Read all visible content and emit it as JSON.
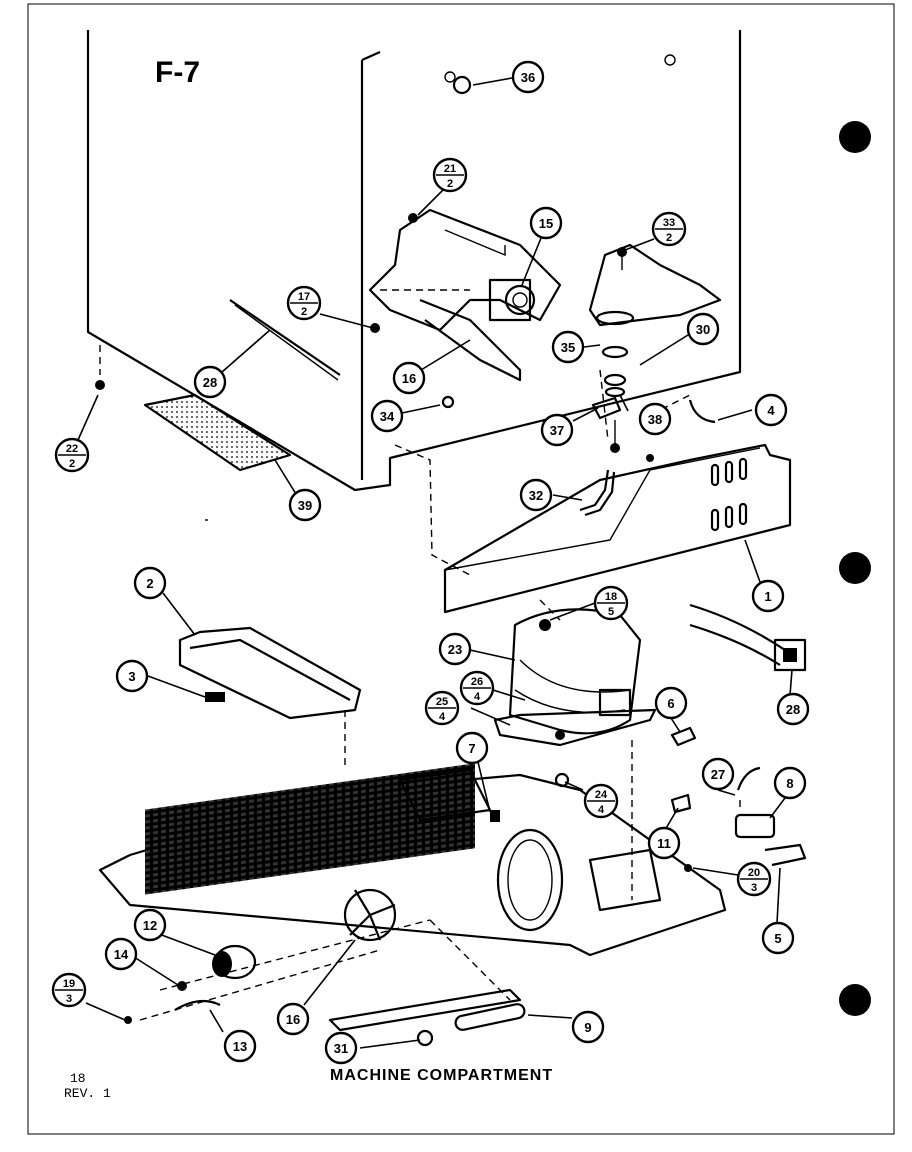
{
  "header": {
    "figure_id": "F-7"
  },
  "footer": {
    "page_number": "18",
    "revision": "REV. 1",
    "caption": "MACHINE COMPARTMENT"
  },
  "callouts": [
    {
      "id": "c36",
      "num": "36"
    },
    {
      "id": "c21",
      "num": "21",
      "qty": "2"
    },
    {
      "id": "c15",
      "num": "15"
    },
    {
      "id": "c33",
      "num": "33",
      "qty": "2"
    },
    {
      "id": "c17",
      "num": "17",
      "qty": "2"
    },
    {
      "id": "c30",
      "num": "30"
    },
    {
      "id": "c35",
      "num": "35"
    },
    {
      "id": "c28a",
      "num": "28"
    },
    {
      "id": "c16a",
      "num": "16"
    },
    {
      "id": "c34",
      "num": "34"
    },
    {
      "id": "c37",
      "num": "37"
    },
    {
      "id": "c38",
      "num": "38"
    },
    {
      "id": "c4",
      "num": "4"
    },
    {
      "id": "c22",
      "num": "22",
      "qty": "2"
    },
    {
      "id": "c39",
      "num": "39"
    },
    {
      "id": "c32",
      "num": "32"
    },
    {
      "id": "c1",
      "num": "1"
    },
    {
      "id": "c2",
      "num": "2"
    },
    {
      "id": "c18",
      "num": "18",
      "qty": "5"
    },
    {
      "id": "c23",
      "num": "23"
    },
    {
      "id": "c26",
      "num": "26",
      "qty": "4"
    },
    {
      "id": "c28b",
      "num": "28"
    },
    {
      "id": "c3",
      "num": "3"
    },
    {
      "id": "c25",
      "num": "25",
      "qty": "4"
    },
    {
      "id": "c6",
      "num": "6"
    },
    {
      "id": "c27",
      "num": "27"
    },
    {
      "id": "c8",
      "num": "8"
    },
    {
      "id": "c7",
      "num": "7"
    },
    {
      "id": "c24",
      "num": "24",
      "qty": "4"
    },
    {
      "id": "c11",
      "num": "11"
    },
    {
      "id": "c20",
      "num": "20",
      "qty": "3"
    },
    {
      "id": "c12",
      "num": "12"
    },
    {
      "id": "c5",
      "num": "5"
    },
    {
      "id": "c14",
      "num": "14"
    },
    {
      "id": "c19",
      "num": "19",
      "qty": "3"
    },
    {
      "id": "c16b",
      "num": "16"
    },
    {
      "id": "c13",
      "num": "13"
    },
    {
      "id": "c31",
      "num": "31"
    },
    {
      "id": "c9",
      "num": "9"
    }
  ]
}
